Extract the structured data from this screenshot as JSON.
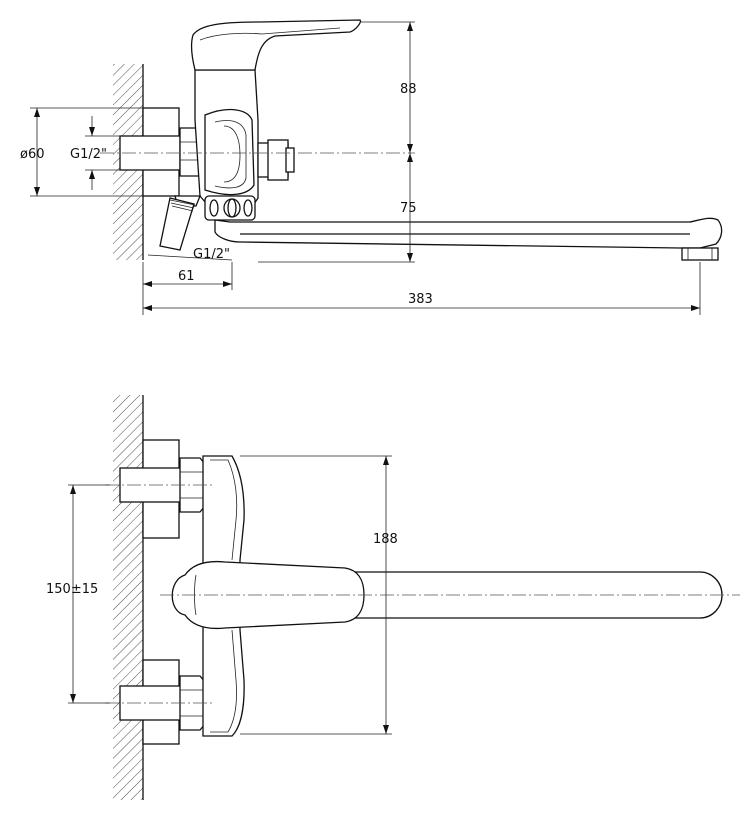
{
  "side_view": {
    "dim_height_top": "88",
    "dim_height_spout": "75",
    "dim_flange_dia": "ø60",
    "dim_thread_inlet": "G1/2\"",
    "dim_thread_shower": "G1/2\"",
    "dim_offset": "61",
    "dim_reach": "383"
  },
  "top_view": {
    "dim_body_width": "188",
    "dim_centers": "150±15"
  }
}
